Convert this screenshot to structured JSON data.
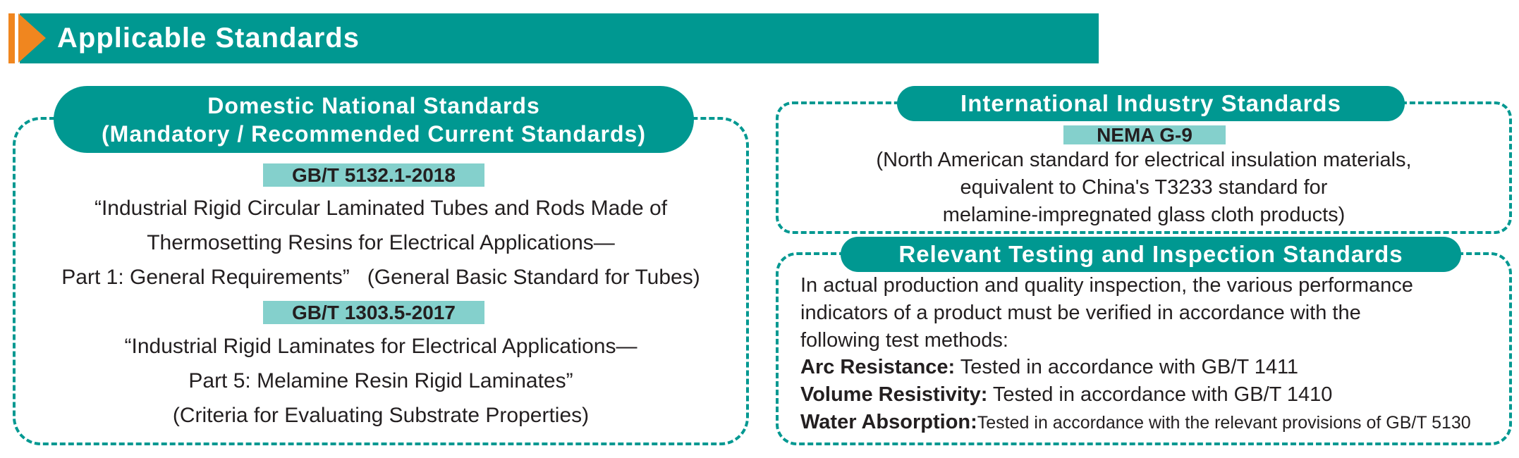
{
  "header": {
    "title": "Applicable Standards"
  },
  "domestic": {
    "title_line1": "Domestic National Standards",
    "title_line2": "(Mandatory / Recommended Current Standards)",
    "std1": {
      "code": "GB/T 5132.1-2018",
      "line1": "“Industrial Rigid Circular Laminated Tubes and Rods Made of",
      "line2": "Thermosetting Resins for Electrical Applications—",
      "line3": "Part 1: General Requirements”   (General Basic Standard for Tubes)"
    },
    "std2": {
      "code": "GB/T 1303.5-2017",
      "line1": "“Industrial Rigid Laminates for Electrical Applications—",
      "line2": "Part 5: Melamine Resin Rigid Laminates”",
      "line3": "(Criteria for Evaluating Substrate Properties)"
    }
  },
  "international": {
    "title": "International Industry Standards",
    "code": "NEMA G-9",
    "line1": "(North American standard for electrical insulation materials,",
    "line2": "equivalent to China's T3233 standard for",
    "line3": "melamine-impregnated glass cloth products)"
  },
  "testing": {
    "title": "Relevant Testing and Inspection Standards",
    "intro_line1": "In actual production and quality inspection, the various performance",
    "intro_line2": "indicators of a product must be verified in accordance with the",
    "intro_line3": "following test methods:",
    "items": [
      {
        "label": "Arc Resistance:",
        "text": " Tested in accordance with GB/T 1411"
      },
      {
        "label": "Volume Resistivity:",
        "text": " Tested in accordance with GB/T 1410"
      },
      {
        "label": "Water Absorption:",
        "text": "Tested in accordance with the relevant provisions of GB/T 5130"
      }
    ]
  },
  "colors": {
    "teal": "#009891",
    "orange": "#f0861f",
    "code_highlight": "#84d0cc"
  }
}
